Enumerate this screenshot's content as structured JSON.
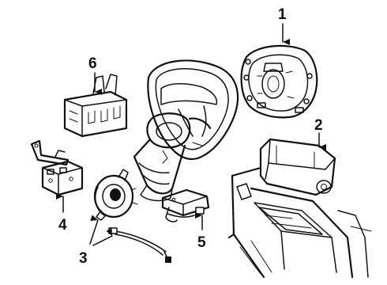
{
  "callouts": [
    {
      "id": "1",
      "text": "1"
    },
    {
      "id": "2",
      "text": "2"
    },
    {
      "id": "3",
      "text": "3"
    },
    {
      "id": "4",
      "text": "4"
    },
    {
      "id": "5",
      "text": "5"
    },
    {
      "id": "6",
      "text": "6"
    }
  ],
  "colors": {
    "ink": "#111111",
    "background": "#ffffff"
  }
}
